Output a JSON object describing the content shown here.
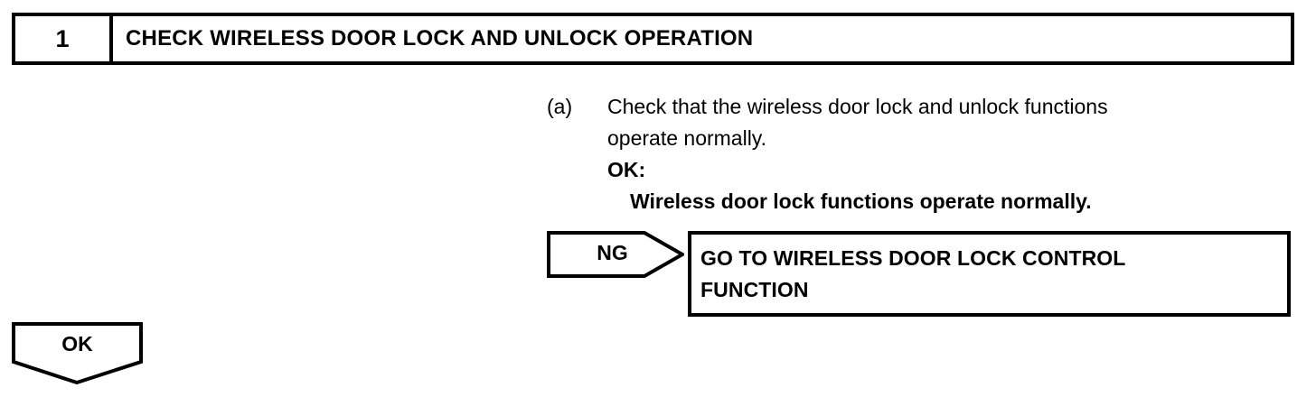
{
  "step_header": {
    "number": "1",
    "title": "CHECK WIRELESS DOOR LOCK AND UNLOCK OPERATION"
  },
  "procedure": {
    "lines": [
      {
        "marker": "(a)",
        "text": "Check that the wireless door lock and unlock functions",
        "style": "normal",
        "indent": false
      },
      {
        "marker": "",
        "text": "operate normally.",
        "style": "normal",
        "indent": false
      },
      {
        "marker": "",
        "text": "OK:",
        "style": "bold",
        "indent": false
      },
      {
        "marker": "",
        "text": "Wireless door lock functions operate normally.",
        "style": "bold",
        "indent": true
      }
    ]
  },
  "ng_branch": {
    "label": "NG",
    "result_line_1": "GO TO WIRELESS DOOR LOCK CONTROL",
    "result_line_2": "FUNCTION"
  },
  "ok_branch": {
    "label": "OK"
  },
  "colors": {
    "stroke": "#000000",
    "background": "#ffffff"
  }
}
